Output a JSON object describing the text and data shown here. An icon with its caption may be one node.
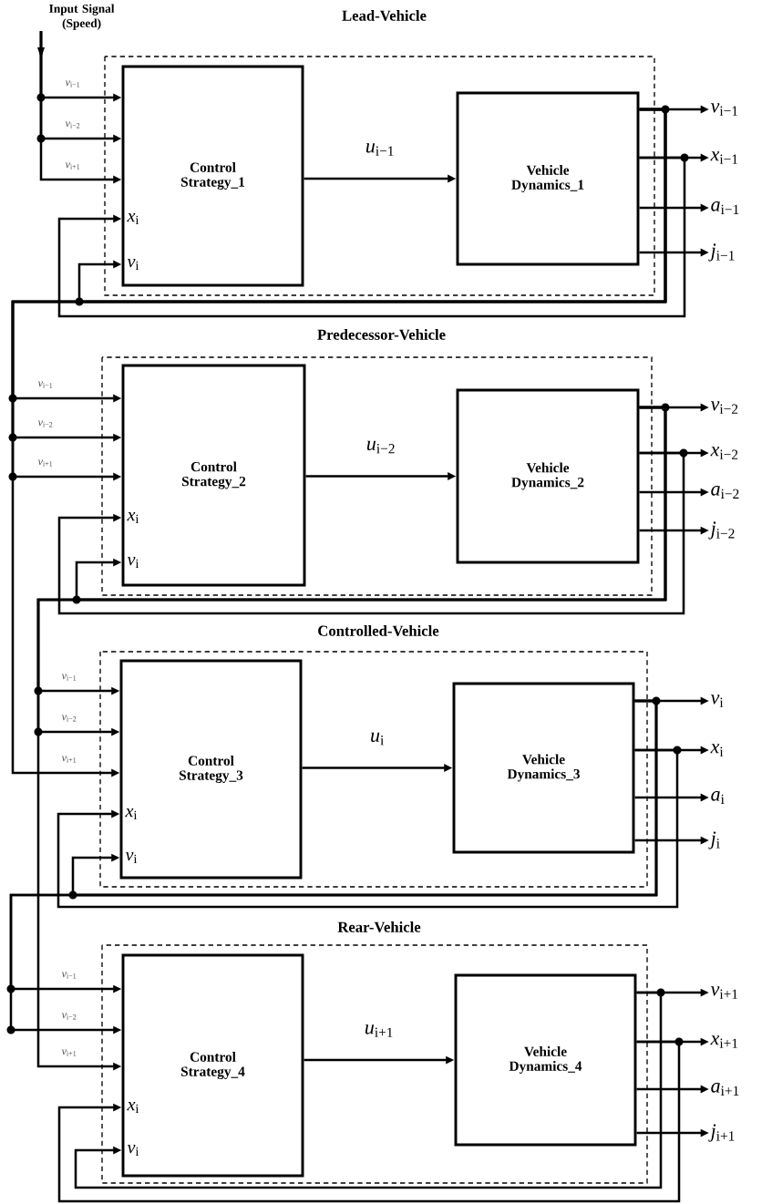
{
  "diagram": {
    "nodes": [
      {
        "text": [
          "Input Signal (Speed)"
        ]
      },
      {
        "text": [
          "Lead-Vehicle"
        ]
      },
      {
        "text": [
          "Control Strategy_1"
        ],
        "in": 1
      },
      {
        "text": [
          "Vehicle Dynamics_1"
        ],
        "in": 1
      },
      {
        "text": [
          "*v*$_{i−1}$"
        ]
      },
      {
        "text": [
          "*x*$_{i−1}$"
        ]
      },
      {
        "text": [
          "*a*$_{i−1}$"
        ]
      },
      {
        "text": [
          "*j*$_{i−1}$"
        ]
      },
      {
        "text": [
          "Predecessor-Vehicle"
        ]
      },
      {
        "text": [
          "Control Strategy_2"
        ],
        "in": 8
      },
      {
        "text": [
          "Vehicle Dynamics_2"
        ],
        "in": 8
      },
      {
        "text": [
          "*v*$_{i−2}$"
        ]
      },
      {
        "text": [
          "*x*$_{i−2}$"
        ]
      },
      {
        "text": [
          "*a*$_{i−2}$"
        ]
      },
      {
        "text": [
          "*j*$_{i−2}$"
        ]
      },
      {
        "text": [
          "Controlled-Vehicle"
        ]
      },
      {
        "text": [
          "Control Strategy_3"
        ],
        "in": 15
      },
      {
        "text": [
          "Vehicle Dynamics_3"
        ],
        "in": 15
      },
      {
        "text": [
          "*v*$_{i}$"
        ]
      },
      {
        "text": [
          "*x*$_{i}$"
        ]
      },
      {
        "text": [
          "*a*$_{i}$"
        ]
      },
      {
        "text": [
          "*j*$_{i}$"
        ]
      },
      {
        "text": [
          "Rear-Vehicle"
        ]
      },
      {
        "text": [
          "Control Strategy_4"
        ],
        "in": 22
      },
      {
        "text": [
          "Vehicle Dynamics_4"
        ],
        "in": 22
      },
      {
        "text": [
          "*v*$_{i+1}$"
        ]
      },
      {
        "text": [
          "*x*$_{i+1}$"
        ]
      },
      {
        "text": [
          "*a*$_{i+1}$"
        ]
      },
      {
        "text": [
          "*j*$_{i+1}$"
        ]
      }
    ],
    "edges": [
      {
        "from": 0,
        "to": 2,
        "arrow": "to",
        "label": "*v*$_{i−1}$"
      },
      {
        "from": 0,
        "to": 2,
        "arrow": "to",
        "label": "*v*$_{i−2}$"
      },
      {
        "from": 0,
        "to": 2,
        "arrow": "to",
        "label": "*v*$_{i+1}$"
      },
      {
        "from": 2,
        "to": 3,
        "arrow": "to",
        "label": "*u*$_{i−1}$"
      },
      {
        "from": 3,
        "to": 4,
        "arrow": "to"
      },
      {
        "from": 3,
        "to": 5,
        "arrow": "to"
      },
      {
        "from": 3,
        "to": 6,
        "arrow": "to"
      },
      {
        "from": 3,
        "to": 7,
        "arrow": "to"
      },
      {
        "from": 3,
        "to": 2,
        "arrow": "to",
        "label": "*x*$_{i}$"
      },
      {
        "from": 3,
        "to": 2,
        "arrow": "to",
        "label": "*v*$_{i}$"
      },
      {
        "from": 3,
        "to": 9,
        "arrow": "to",
        "label": "*v*$_{i−1}$"
      },
      {
        "from": 3,
        "to": 9,
        "arrow": "to",
        "label": "*v*$_{i−2}$"
      },
      {
        "from": 3,
        "to": 9,
        "arrow": "to",
        "label": "*v*$_{i+1}$"
      },
      {
        "from": 9,
        "to": 10,
        "arrow": "to",
        "label": "*u*$_{i−2}$"
      },
      {
        "from": 10,
        "to": 11,
        "arrow": "to"
      },
      {
        "from": 10,
        "to": 12,
        "arrow": "to"
      },
      {
        "from": 10,
        "to": 13,
        "arrow": "to"
      },
      {
        "from": 10,
        "to": 14,
        "arrow": "to"
      },
      {
        "from": 10,
        "to": 9,
        "arrow": "to",
        "label": "*x*$_{i}$"
      },
      {
        "from": 10,
        "to": 9,
        "arrow": "to",
        "label": "*v*$_{i}$"
      },
      {
        "from": 10,
        "to": 16,
        "arrow": "to",
        "label": "*v*$_{i−1}$"
      },
      {
        "from": 10,
        "to": 16,
        "arrow": "to",
        "label": "*v*$_{i−2}$"
      },
      {
        "from": 3,
        "to": 16,
        "arrow": "to",
        "label": "*v*$_{i+1}$"
      },
      {
        "from": 16,
        "to": 17,
        "arrow": "to",
        "label": "*u*$_{i}$"
      },
      {
        "from": 17,
        "to": 18,
        "arrow": "to"
      },
      {
        "from": 17,
        "to": 19,
        "arrow": "to"
      },
      {
        "from": 17,
        "to": 20,
        "arrow": "to"
      },
      {
        "from": 17,
        "to": 21,
        "arrow": "to"
      },
      {
        "from": 17,
        "to": 16,
        "arrow": "to",
        "label": "*x*$_{i}$"
      },
      {
        "from": 17,
        "to": 16,
        "arrow": "to",
        "label": "*v*$_{i}$"
      },
      {
        "from": 17,
        "to": 23,
        "arrow": "to",
        "label": "*v*$_{i−1}$"
      },
      {
        "from": 17,
        "to": 23,
        "arrow": "to",
        "label": "*v*$_{i−2}$"
      },
      {
        "from": 10,
        "to": 23,
        "arrow": "to",
        "label": "*v*$_{i+1}$"
      },
      {
        "from": 23,
        "to": 24,
        "arrow": "to",
        "label": "*u*$_{i+1}$"
      },
      {
        "from": 24,
        "to": 25,
        "arrow": "to"
      },
      {
        "from": 24,
        "to": 26,
        "arrow": "to"
      },
      {
        "from": 24,
        "to": 27,
        "arrow": "to"
      },
      {
        "from": 24,
        "to": 28,
        "arrow": "to"
      },
      {
        "from": 24,
        "to": 23,
        "arrow": "to",
        "label": "*x*$_{i}$"
      },
      {
        "from": 24,
        "to": 23,
        "arrow": "to",
        "label": "*v*$_{i}$"
      }
    ]
  }
}
